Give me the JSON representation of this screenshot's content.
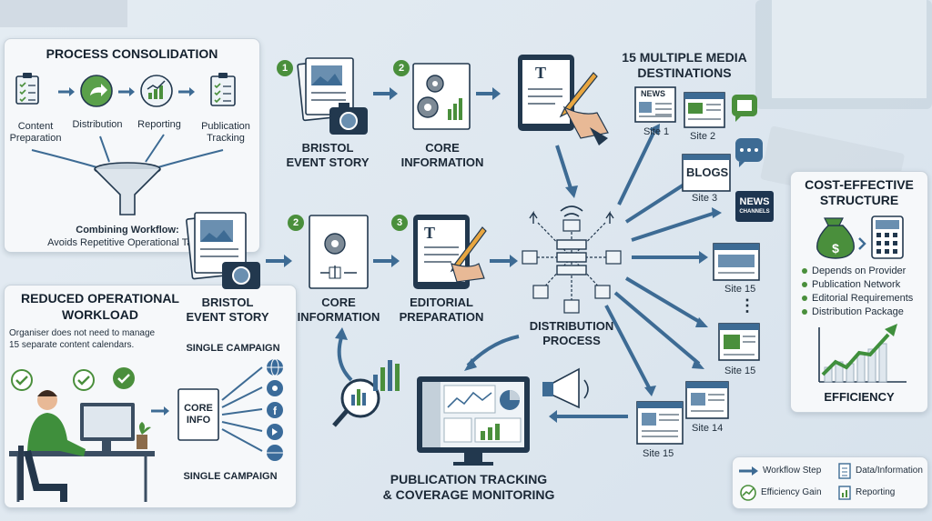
{
  "consolidation": {
    "title": "PROCESS CONSOLIDATION",
    "steps": [
      "Content Preparation",
      "Distribution",
      "Reporting",
      "Publication Tracking"
    ],
    "combining_title": "Combining Workflow:",
    "combining_text": "Avoids Repetitive Operational Tasks"
  },
  "reduced": {
    "title_line1": "REDUCED OPERATIONAL",
    "title_line2": "WORKLOAD",
    "note_line1": "Organiser does not need to manage",
    "note_line2": "15 separate content calendars.",
    "campaign_top": "SINGLE CAMPAIGN",
    "campaign_bottom": "SINGLE CAMPAIGN",
    "core_line1": "CORE",
    "core_line2": "INFO"
  },
  "top_flow": {
    "step1_num": "1",
    "step1_line1": "BRISTOL",
    "step1_line2": "EVENT STORY",
    "step2_num": "2",
    "step2_line1": "CORE",
    "step2_line2": "INFORMATION"
  },
  "mid_flow": {
    "step1_line1": "BRISTOL",
    "step1_line2": "EVENT STORY",
    "step2_num": "2",
    "step2_line1": "CORE",
    "step2_line2": "INFORMATION",
    "step3_num": "3",
    "step3_line1": "EDITORIAL",
    "step3_line2": "PREPARATION",
    "dist_line1": "DISTRIBUTION",
    "dist_line2": "PROCESS"
  },
  "media": {
    "title_line1": "15 MULTIPLE MEDIA",
    "title_line2": "DESTINATIONS",
    "news_label": "NEWS",
    "blogs_label": "BLOGS",
    "news_channels_line1": "NEWS",
    "news_channels_line2": "CHANNELS",
    "sites": [
      "Site 1",
      "Site 2",
      "Site 3",
      "Site 15",
      "Site 15",
      "Site 14",
      "Site 15"
    ],
    "dots": "⋮"
  },
  "tracking": {
    "title_line1": "PUBLICATION TRACKING",
    "title_line2": "& COVERAGE MONITORING"
  },
  "cost": {
    "title_line1": "COST-EFFECTIVE",
    "title_line2": "STRUCTURE",
    "bullets": [
      "Depends on Provider",
      "Publication Network",
      "Editorial Requirements",
      "Distribution Package"
    ],
    "efficiency": "EFFICIENCY"
  },
  "legend": {
    "workflow": "Workflow Step",
    "data": "Data/Information",
    "efficiency": "Efficiency Gain",
    "reporting": "Reporting"
  },
  "colors": {
    "arrow": "#3d6b94",
    "green": "#4a8f3c",
    "navy": "#1d3550"
  }
}
